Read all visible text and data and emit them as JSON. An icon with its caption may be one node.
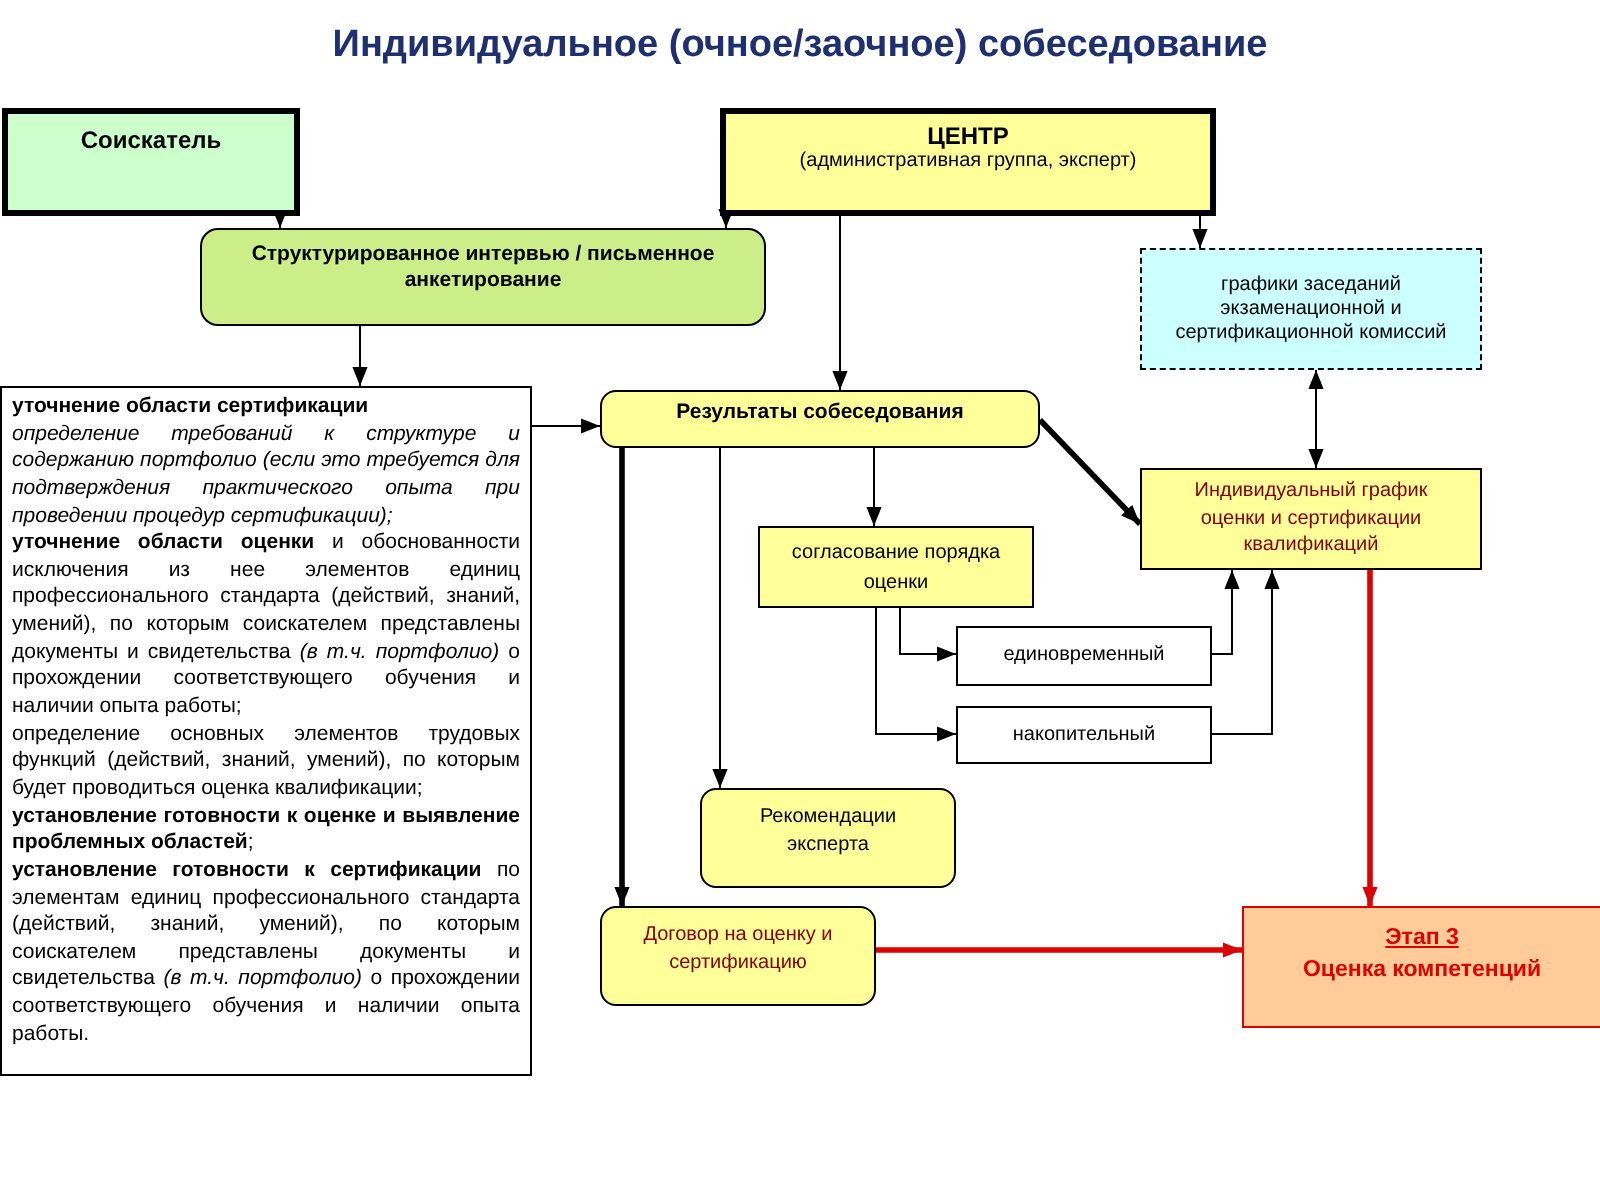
{
  "diagram": {
    "title": "Индивидуальное (очное/заочное) собеседование",
    "nodes": [
      {
        "text": [
          "Соискатель"
        ]
      },
      {
        "text": [
          "ЦЕНТР",
          "(административная группа, эксперт)"
        ]
      },
      {
        "text": [
          "Структурированное интервью / письменное анкетирование"
        ]
      },
      {
        "text": [
          "графики заседаний экзаменационной и сертификационной комиссий"
        ]
      },
      {
        "text": [
          "уточнение области сертификации",
          "определение требований к структуре и содержанию портфолио (если это требуется для подтверждения практического опыта при проведении процедур сертификации);",
          "**уточнение области оценки** и обоснованности исключения из нее элементов единиц профессионального стандарта (действий, знаний, умений), по которым соискателем представлены документы и свидетельства *(в т.ч. портфолио)* о прохождении соответствующего обучения и наличии опыта работы;",
          "определение основных элементов трудовых функций (действий, знаний, умений), по которым будет проводиться оценка квалификации;",
          "**установление готовности к оценке и выявление проблемных областей**;",
          "**установление готовности к сертификации** по элементам единиц профессионального стандарта (действий, знаний, умений), по которым соискателем представлены документы и свидетельства *(в т.ч. портфолио)* о прохождении соответствующего обучения и наличии опыта работы."
        ]
      },
      {
        "text": [
          "Результаты собеседования"
        ]
      },
      {
        "text": [
          "Индивидуальный график оценки и сертификации квалификаций"
        ]
      },
      {
        "text": [
          "согласование порядка оценки"
        ]
      },
      {
        "text": [
          "единовременный"
        ]
      },
      {
        "text": [
          "накопительный"
        ]
      },
      {
        "text": [
          "Рекомендации эксперта"
        ]
      },
      {
        "text": [
          "Договор на оценку и сертификацию"
        ]
      },
      {
        "text": [
          "Этап 3",
          "Оценка компетенций"
        ]
      }
    ],
    "edges": [
      {
        "from": 0,
        "to": 2,
        "arrow": "to"
      },
      {
        "from": 1,
        "to": 2,
        "arrow": "to"
      },
      {
        "from": 1,
        "to": 5,
        "arrow": "to"
      },
      {
        "from": 1,
        "to": 3,
        "arrow": "to"
      },
      {
        "from": 2,
        "to": 4,
        "arrow": "to"
      },
      {
        "from": 4,
        "to": 5,
        "arrow": "to"
      },
      {
        "from": 3,
        "to": 6,
        "arrow": "both"
      },
      {
        "from": 5,
        "to": 6,
        "arrow": "to",
        "style": "thick"
      },
      {
        "from": 5,
        "to": 7,
        "arrow": "to"
      },
      {
        "from": 5,
        "to": 10,
        "arrow": "to"
      },
      {
        "from": 5,
        "to": 11,
        "arrow": "to",
        "style": "thick"
      },
      {
        "from": 7,
        "to": 8,
        "arrow": "to"
      },
      {
        "from": 7,
        "to": 9,
        "arrow": "to"
      },
      {
        "from": 8,
        "to": 6,
        "arrow": "to"
      },
      {
        "from": 9,
        "to": 6,
        "arrow": "to"
      },
      {
        "from": 6,
        "to": 12,
        "arrow": "to",
        "style": "thick",
        "color": "#dd0000"
      },
      {
        "from": 11,
        "to": 12,
        "arrow": "to",
        "style": "thick",
        "color": "#dd0000"
      }
    ]
  }
}
